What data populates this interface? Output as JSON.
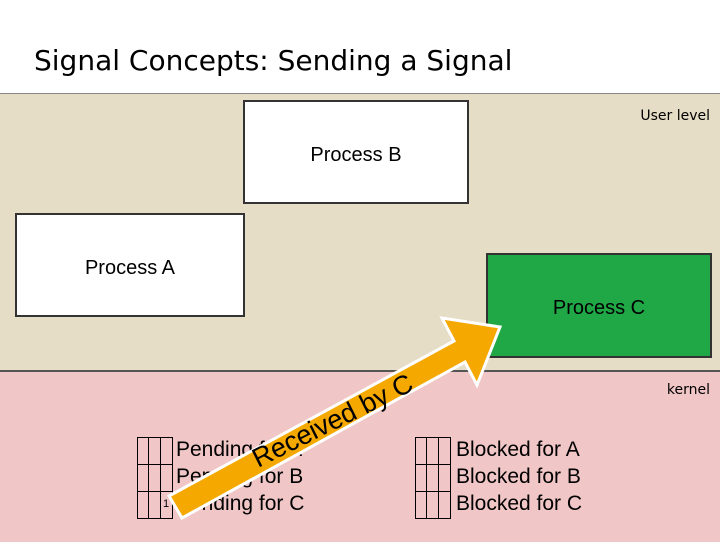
{
  "title": "Signal Concepts: Sending a Signal",
  "regions": {
    "user_level": "User level",
    "kernel": "kernel"
  },
  "processes": {
    "a": "Process A",
    "b": "Process B",
    "c": "Process C"
  },
  "arrow_label": "Received by C",
  "pending_rows": [
    "Pending for A",
    "Pending for B",
    "Pending for C"
  ],
  "blocked_rows": [
    "Blocked for A",
    "Blocked for B",
    "Blocked for C"
  ],
  "pending_bit_c": "1",
  "colors": {
    "user_bg": "#e6ddc6",
    "kernel_bg": "#f0c6c6",
    "process_c": "#1fa845",
    "arrow": "#f5a800",
    "arrow_outline": "#ffffff"
  }
}
